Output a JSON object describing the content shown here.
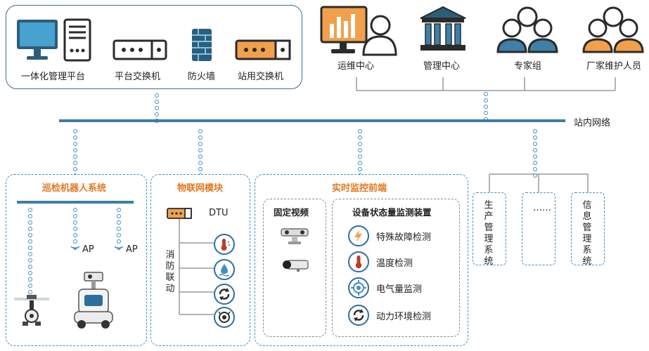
{
  "top_left_group": {
    "items": [
      {
        "label": "一体化管理平台",
        "icon": "computer-server-icon"
      },
      {
        "label": "平台交换机",
        "icon": "switch-icon"
      },
      {
        "label": "防火墙",
        "icon": "firewall-icon"
      },
      {
        "label": "站用交换机",
        "icon": "switch-orange-icon"
      }
    ]
  },
  "top_right_group": {
    "items": [
      {
        "label": "运维中心",
        "icon": "operator-monitor-icon"
      },
      {
        "label": "管理中心",
        "icon": "building-icon"
      },
      {
        "label": "专家组",
        "icon": "group-icon"
      },
      {
        "label": "厂家维护人员",
        "icon": "group-orange-icon"
      }
    ]
  },
  "network": {
    "label": "站内网络"
  },
  "robot_system": {
    "title": "巡检机器人系统",
    "ap_labels": [
      "AP",
      "AP"
    ]
  },
  "iot_module": {
    "title": "物联网模块",
    "dtu_label": "DTU",
    "fire_label": "消防联动",
    "icons": [
      "thermometer-icon",
      "water-icon",
      "recycle-icon",
      "smoke-icon"
    ]
  },
  "monitor_front": {
    "title": "实时监控前端",
    "video": {
      "title": "固定视频"
    },
    "device": {
      "title": "设备状态量监测装置",
      "items": [
        {
          "label": "特殊故障检测",
          "icon": "lightning-icon"
        },
        {
          "label": "温度检测",
          "icon": "thermometer-icon"
        },
        {
          "label": "电气量监测",
          "icon": "target-icon"
        },
        {
          "label": "动力环境检测",
          "icon": "recycle-icon"
        }
      ]
    }
  },
  "systems": {
    "items": [
      "生产管理系统",
      "……",
      "信息管理系统"
    ]
  },
  "colors": {
    "accent_blue": "#3d7ea6",
    "orange": "#e5771e",
    "dash_blue": "#3f8fc4"
  }
}
